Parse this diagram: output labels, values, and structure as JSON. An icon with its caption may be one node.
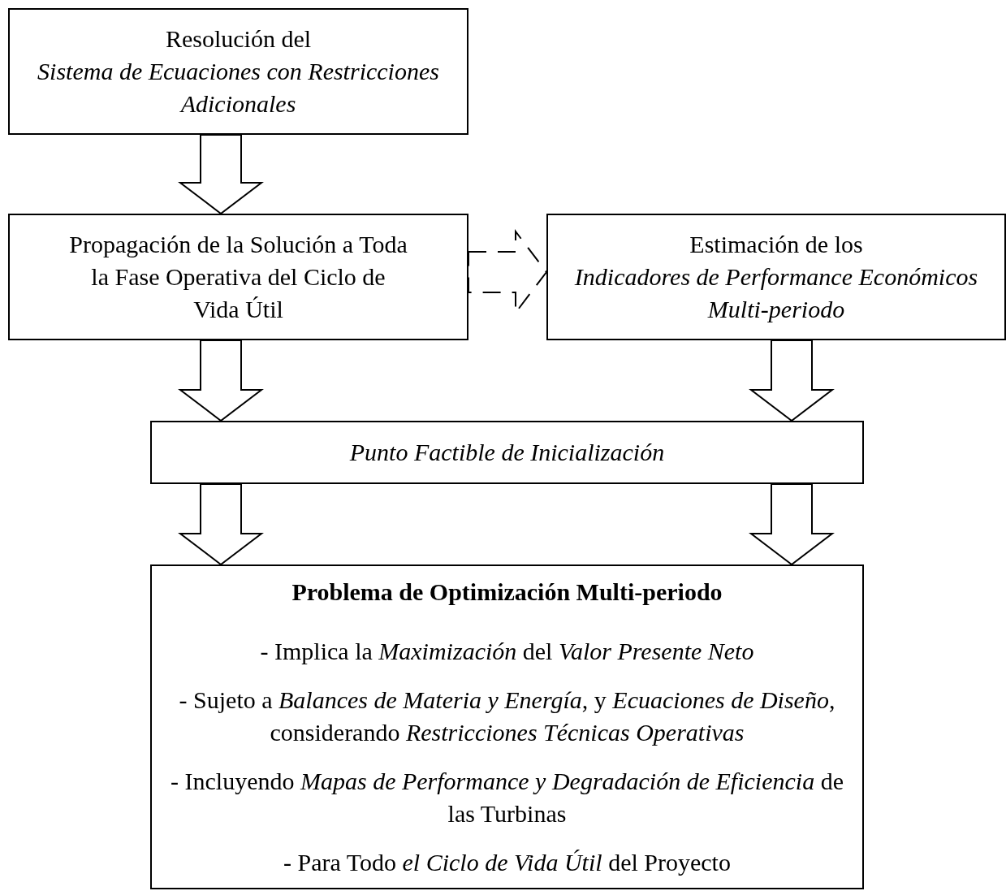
{
  "diagram": {
    "nodes": [
      {
        "text": [
          "Resolución del",
          "Sistema de Ecuaciones con Restricciones Adicionales"
        ]
      },
      {
        "text": [
          "Propagación de la Solución a Toda la Fase Operativa del Ciclo de Vida Útil"
        ]
      },
      {
        "text": [
          "Estimación de los",
          "Indicadores de Performance Económicos Multi-periodo"
        ]
      },
      {
        "text": [
          "Punto Factible de Inicialización"
        ]
      },
      {
        "text": [
          "Problema de Optimización Multi-periodo",
          "- Implica la *Maximización* del *Valor Presente Neto*",
          "- Sujeto a *Balances de Materia y Energía*, y *Ecuaciones de Diseño*, considerando *Restricciones Técnicas Operativas*",
          "- Incluyendo *Mapas de Performance y Degradación de Eficiencia* de las Turbinas",
          "- Para Todo *el Ciclo de Vida Útil* del Proyecto"
        ]
      }
    ],
    "edges": [
      {
        "from": 0,
        "to": 1,
        "arrow": "to"
      },
      {
        "from": 1,
        "to": 2,
        "arrow": "to",
        "style": "dashed"
      },
      {
        "from": 1,
        "to": 3,
        "arrow": "to"
      },
      {
        "from": 2,
        "to": 3,
        "arrow": "to"
      },
      {
        "from": 3,
        "to": 4,
        "arrow": "to"
      },
      {
        "from": 3,
        "to": 4,
        "arrow": "to"
      }
    ]
  }
}
